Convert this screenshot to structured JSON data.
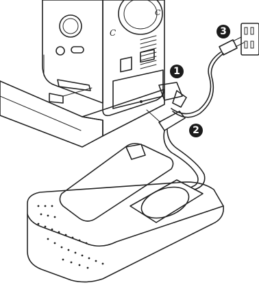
{
  "colors": {
    "outline": "#222222",
    "pedal_top": "#f5ddd6",
    "machine": "#ffffff",
    "callout_fill": "#1b1b1b",
    "callout_text": "#ffffff"
  },
  "callouts": [
    {
      "label": "1",
      "points_to": "power-cord-plug-into-machine"
    },
    {
      "label": "2",
      "points_to": "foot-control-plug-into-machine"
    },
    {
      "label": "3",
      "points_to": "power-plug-into-wall-outlet"
    }
  ],
  "machine_letter": "C"
}
